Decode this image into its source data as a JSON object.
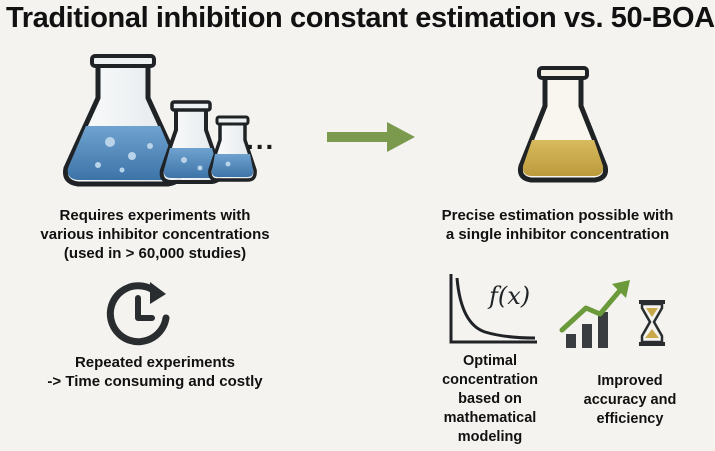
{
  "title": "Traditional inhibition constant estimation vs. 50-BOA",
  "left": {
    "ellipsis": "...",
    "requirement_lines": [
      "Requires experiments with",
      "various inhibitor concentrations",
      "(used in > 60,000 studies)"
    ],
    "repeat_lines": [
      "Repeated experiments",
      "-> Time consuming and costly"
    ]
  },
  "right": {
    "precise_lines": [
      "Precise estimation possible with",
      "a single inhibitor concentration"
    ],
    "function_label": "f(x)",
    "optimal_lines": [
      "Optimal",
      "concentration",
      "based on",
      "mathematical",
      "modeling"
    ],
    "improved_lines": [
      "Improved",
      "accuracy and",
      "efficiency"
    ]
  },
  "colors": {
    "arrow": "#7b9a4e",
    "blue_liquid": "#4f86b8",
    "gold_liquid": "#c9a84a",
    "glass_outline": "#1f2326",
    "trend_arrow": "#6a9a3a"
  },
  "icons": [
    "erlenmeyer-flask-icon",
    "arrow-right-icon",
    "clock-repeat-icon",
    "decay-curve-icon",
    "trend-up-chart-icon",
    "hourglass-icon"
  ]
}
